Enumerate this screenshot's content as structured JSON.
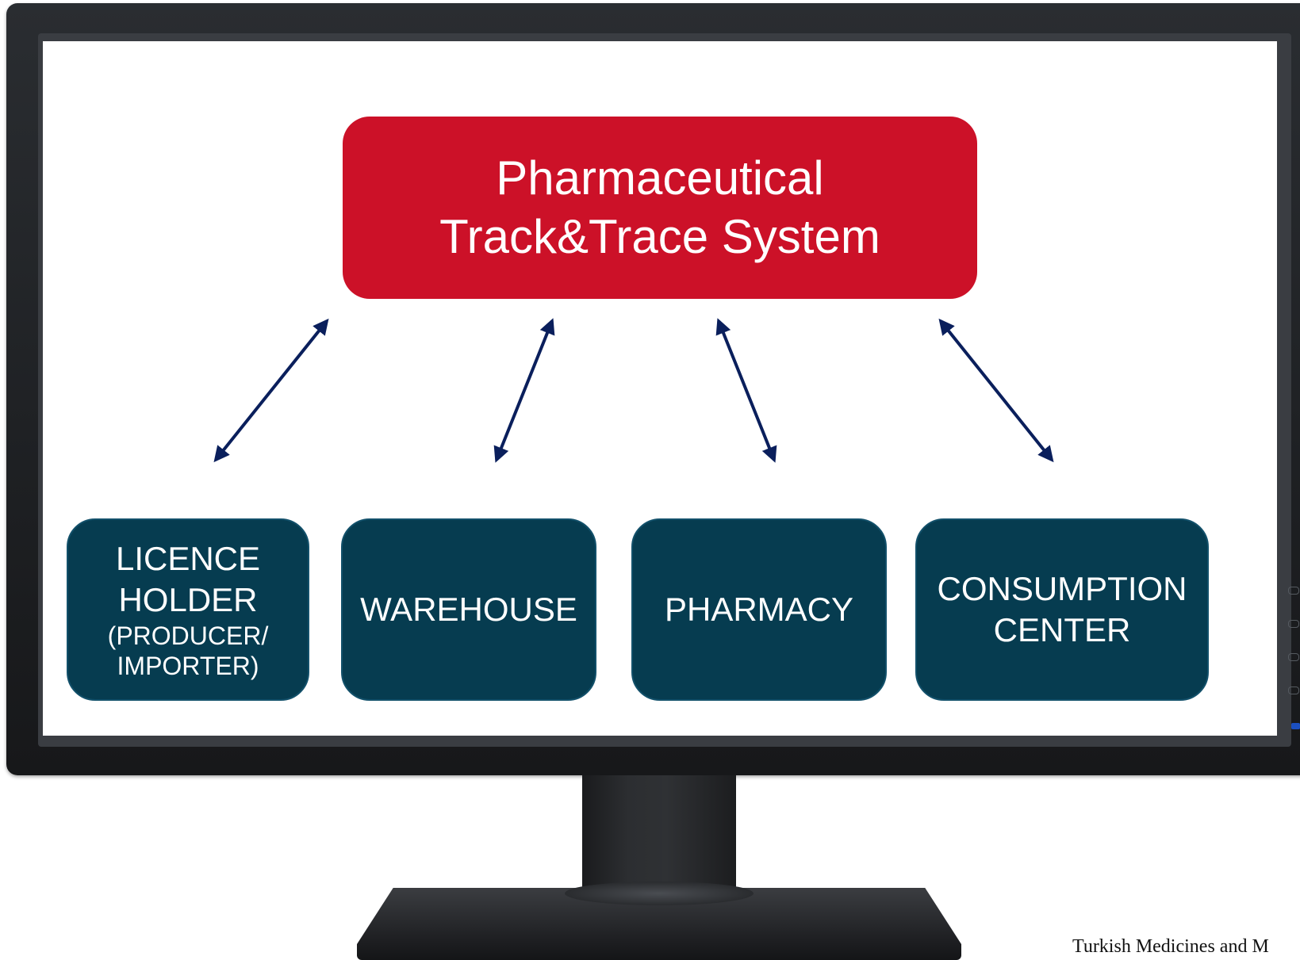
{
  "diagram": {
    "top_node": {
      "line1": "Pharmaceutical",
      "line2": "Track&Trace System",
      "color": "#cc1128"
    },
    "nodes": {
      "licence_holder": {
        "line1": "LICENCE",
        "line2": "HOLDER",
        "line3": "(PRODUCER/",
        "line4": "IMPORTER)"
      },
      "warehouse": {
        "label": "WAREHOUSE"
      },
      "pharmacy": {
        "label": "PHARMACY"
      },
      "consumption_center": {
        "line1": "CONSUMPTION",
        "line2": "CENTER"
      }
    },
    "node_color": "#063c50",
    "arrow_color": "#0a1f5c",
    "arrow_type": "bidirectional"
  },
  "footer": {
    "credit": "Turkish Medicines and M"
  }
}
